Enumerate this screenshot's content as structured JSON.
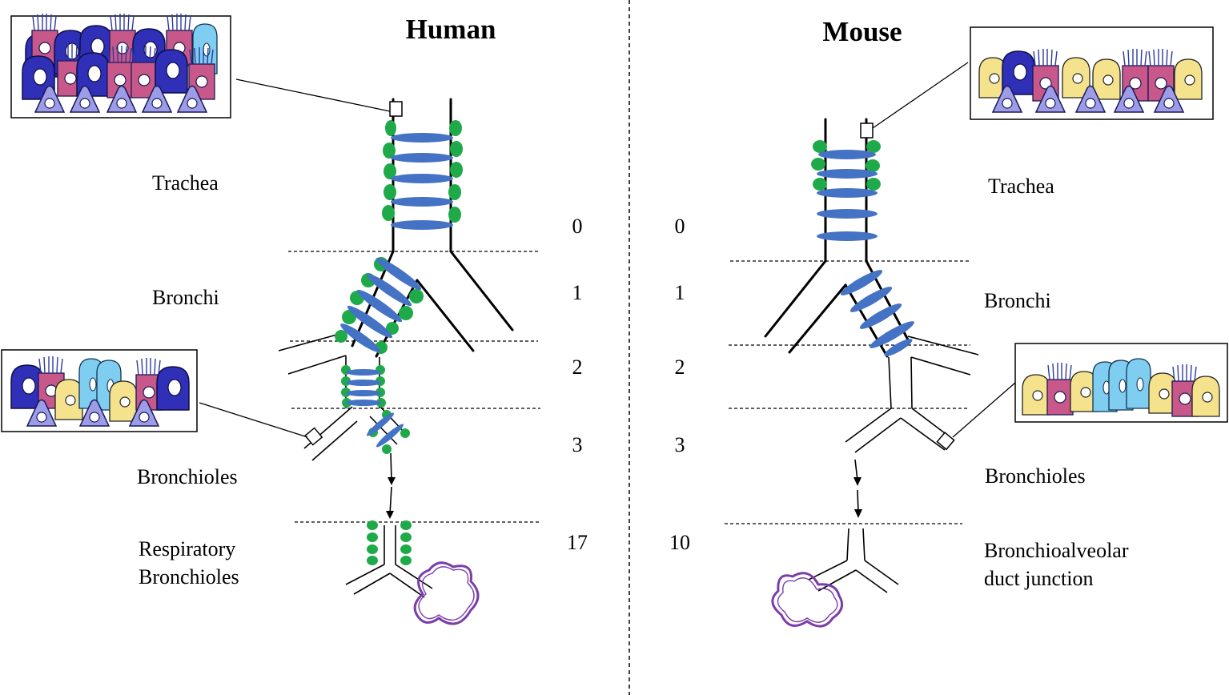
{
  "human": {
    "title": "Human",
    "regions": [
      "Trachea",
      "Bronchi",
      "Bronchioles",
      "Respiratory",
      "Bronchioles"
    ],
    "generations": [
      "0",
      "1",
      "2",
      "3",
      "17"
    ]
  },
  "mouse": {
    "title": "Mouse",
    "regions": [
      "Trachea",
      "Bronchi",
      "Bronchioles",
      "Bronchioalveolar",
      "duct junction"
    ],
    "generations": [
      "0",
      "1",
      "2",
      "3",
      "10"
    ]
  },
  "colors": {
    "cartilage_ring": "#4472c4",
    "submucosal_gland": "#1faa4a",
    "alveolus": "#7b3ea8",
    "basal_cell": "#9c9ce8",
    "ciliated_cell": "#c8588a",
    "secretory_cell": "#f5e28c",
    "goblet_cell": "#2f2fb8",
    "club_cell": "#7fcdf0"
  }
}
